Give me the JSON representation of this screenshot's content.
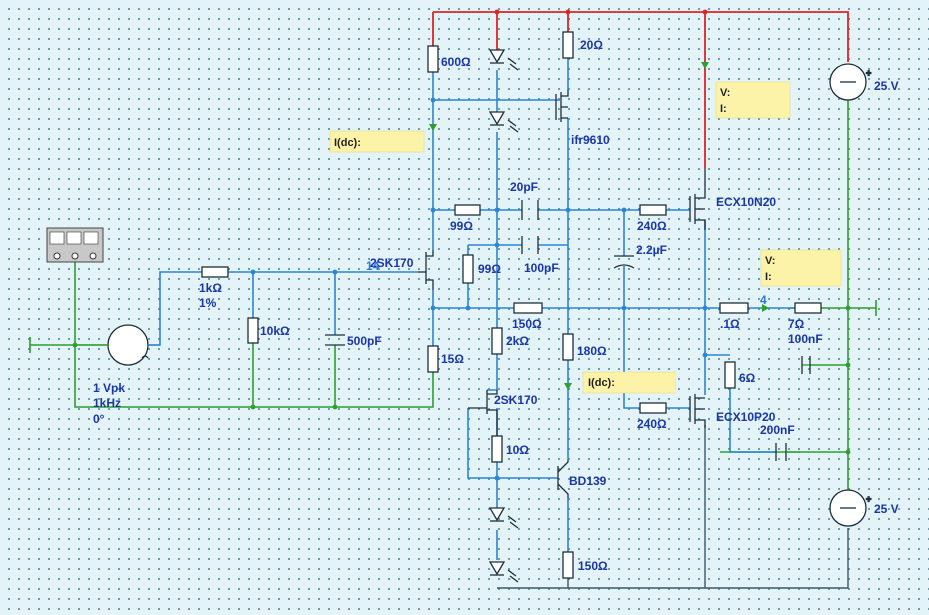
{
  "components": {
    "r_600": "600Ω",
    "r_20": "20Ω",
    "q_ifr9610": "ifr9610",
    "r_99_top": "99Ω",
    "c_20pf": "20pF",
    "r_240_top": "240Ω",
    "q_ecx10n20": "ECX10N20",
    "q_2sk170_top": "2SK170",
    "r_99_mid": "99Ω",
    "c_100pf": "100pF",
    "c_2u2": "2.2µF",
    "r_1k": "1kΩ",
    "r_1k_tol": "1%",
    "r_10k": "10kΩ",
    "c_500pf": "500pF",
    "r_150_mid": "150Ω",
    "r_0_1": ".1Ω",
    "r_7": "7Ω",
    "c_100nf": "100nF",
    "r_15": "15Ω",
    "r_2k": "2kΩ",
    "r_180": "180Ω",
    "r_6": "6Ω",
    "q_2sk170_bot": "2SK170",
    "r_240_bot": "240Ω",
    "q_ecx10p20": "ECX10P20",
    "c_200nf": "200nF",
    "r_10": "10Ω",
    "q_bd139": "BD139",
    "r_150_bot": "150Ω",
    "v_pos": "25 V",
    "v_neg": "25 V",
    "src_amp": "1 Vpk",
    "src_freq": "1kHz",
    "src_phase": "0°",
    "node_14": "14",
    "node_4": "4"
  },
  "probes": {
    "idc_top": "I(dc):",
    "idc_bot": "I(dc):",
    "v_top_v": "V:",
    "v_top_i": "I:",
    "v_out_v": "V:",
    "v_out_i": "I:"
  },
  "colors": {
    "wire_signal": "#2a86d6",
    "wire_ground": "#2ca02c",
    "wire_supply": "#e02424",
    "probe_bg": "#fdf3a8",
    "label": "#1a36a8"
  }
}
